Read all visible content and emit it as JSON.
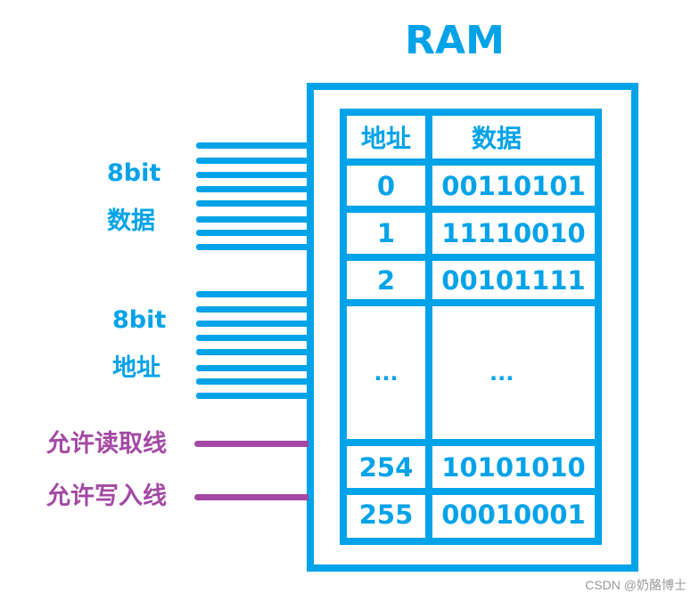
{
  "title": "RAM",
  "table": {
    "headers": {
      "address": "地址",
      "data": "数据"
    },
    "rows": [
      {
        "address": "0",
        "data": "00110101"
      },
      {
        "address": "1",
        "data": "11110010"
      },
      {
        "address": "2",
        "data": "00101111"
      },
      {
        "address": "...",
        "data": "..."
      },
      {
        "address": "254",
        "data": "10101010"
      },
      {
        "address": "255",
        "data": "00010001"
      }
    ]
  },
  "buses": {
    "data_bus": {
      "label_line1": "8bit",
      "label_line2": "数据",
      "line_count": 8
    },
    "address_bus": {
      "label_line1": "8bit",
      "label_line2": "地址",
      "line_count": 8
    }
  },
  "control_lines": {
    "read_enable": "允许读取线",
    "write_enable": "允许写入线"
  },
  "colors": {
    "primary": "#00a2e8",
    "control": "#a349a4"
  },
  "watermark": "CSDN @奶酪博士"
}
